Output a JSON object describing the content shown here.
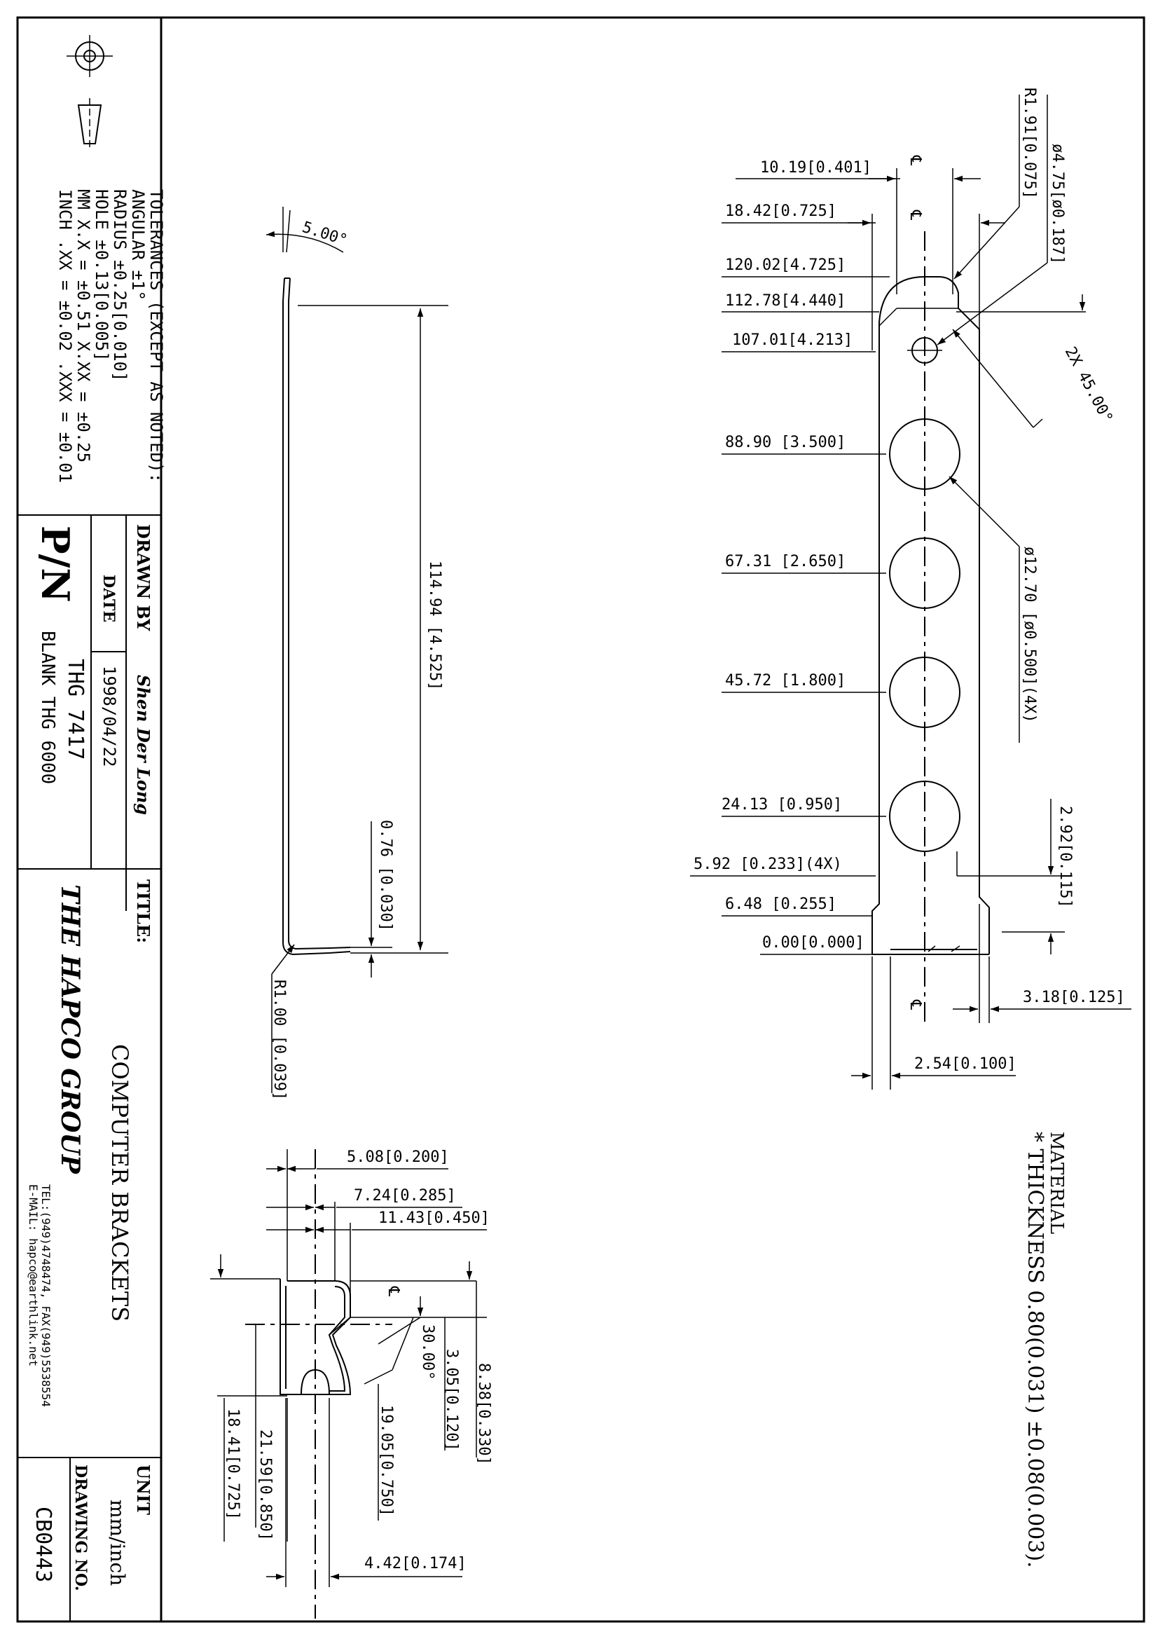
{
  "title_block": {
    "tolerances": {
      "heading": "TOLERANCES (EXCEPT AS NOTED):",
      "angular": "ANGULAR ±1°",
      "radius": "RADIUS ±0.25[0.010]",
      "hole": "HOLE ±0.13[0.005]",
      "mm": "MM X.X = ±0.51 X.XX = ±0.25",
      "inch": "INCH .XX = ±0.02 .XXX = ±0.01"
    },
    "drawn_by_label": "DRAWN BY",
    "drawn_by": "Shen Der Long",
    "date_label": "DATE",
    "date": "1998/04/22",
    "pn_label": "P/N",
    "pn": "THG 7417",
    "blank": "BLANK THG 6000",
    "title_label": "TITLE:",
    "title": "COMPUTER BRACKETS",
    "company": "THE HAPCO GROUP",
    "contact_1": "TEL:(949)4748474, FAX(949)5538554",
    "contact_2": "E-MAIL: hapco@earthlink.net",
    "unit_label": "UNIT",
    "unit": "mm/inch",
    "drawing_no_label": "DRAWING NO.",
    "drawing_no": "CB0443"
  },
  "material": {
    "label": "MATERIAL",
    "thickness": "* THICKNESS 0.80(0.031) ±0.08(0.003)."
  },
  "side_view": {
    "angle": "5.00°",
    "length": "114.94 [4.525]",
    "thickness": "0.76 [0.030]",
    "bend_radius": "R1.00 [0.039]"
  },
  "flat_view": {
    "dims_left": [
      "10.19[0.401]",
      "18.42[0.725]",
      "120.02[4.725]",
      "112.78[4.440]",
      "107.01[4.213]",
      "88.90 [3.500]",
      "67.31 [2.650]",
      "45.72 [1.800]",
      "24.13 [0.950]",
      "5.92 [0.233](4X)",
      "6.48 [0.255]",
      "0.00[0.000]"
    ],
    "small_radius": "R1.91[0.075]",
    "small_hole": "ø4.75[ø0.187]",
    "chamfer": "2X 45.00°",
    "large_holes": "ø12.70 [ø0.500](4X)",
    "tab_height": "2.92[0.115]",
    "tab_offset": "3.18[0.125]",
    "width": "2.54[0.100]",
    "centerline": "℄"
  },
  "end_view": {
    "dims_top": [
      "5.08[0.200]",
      "7.24[0.285]",
      "11.43[0.450]"
    ],
    "angle": "30.00°",
    "dims_bottom": [
      "8.38[0.330]",
      "3.05[0.120]",
      "19.05[0.750]",
      "21.59[0.850]",
      "18.41[0.725]"
    ],
    "bottom_width": "4.42[0.174]",
    "centerline": "℄"
  }
}
